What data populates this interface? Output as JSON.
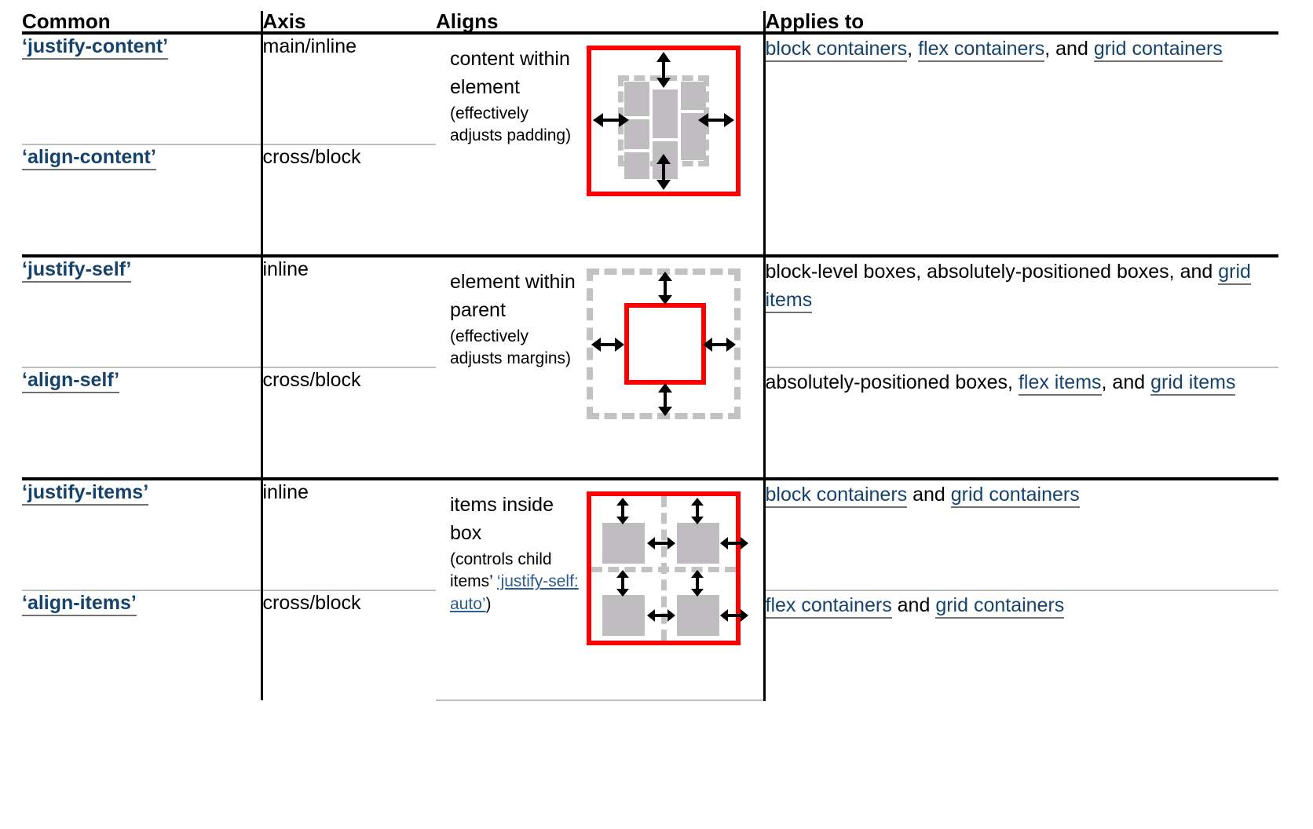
{
  "table": {
    "headers": {
      "common": "Common",
      "axis": "Axis",
      "aligns": "Aligns",
      "applies_to": "Applies to"
    },
    "groups": [
      {
        "id": "content",
        "aligns": {
          "main": "content within element",
          "note": "(effectively adjusts padding)"
        },
        "diagram": "red-outer-box-with-dashed-content-grid",
        "rows": [
          {
            "property": "‘justify-content’",
            "axis": "main/inline"
          },
          {
            "property": "‘align-content’",
            "axis": "cross/block"
          }
        ],
        "applies_to_merged": true,
        "applies_to": [
          {
            "text": "block containers",
            "link": true
          },
          {
            "text": ", ",
            "link": false
          },
          {
            "text": "flex containers",
            "link": true
          },
          {
            "text": ", and ",
            "link": false
          },
          {
            "text": "grid containers",
            "link": true
          }
        ]
      },
      {
        "id": "self",
        "aligns": {
          "main": "element within parent",
          "note": "(effectively adjusts margins)"
        },
        "diagram": "dashed-outer-box-with-red-inner-box",
        "rows": [
          {
            "property": "‘justify-self’",
            "axis": "inline",
            "applies_to": [
              {
                "text": "block-level boxes, absolutely-positioned boxes, and ",
                "link": false
              },
              {
                "text": "grid items",
                "link": true
              }
            ]
          },
          {
            "property": "‘align-self’",
            "axis": "cross/block",
            "applies_to": [
              {
                "text": "absolutely-positioned boxes, ",
                "link": false
              },
              {
                "text": "flex items",
                "link": true
              },
              {
                "text": ", and ",
                "link": false
              },
              {
                "text": "grid items",
                "link": true
              }
            ]
          }
        ],
        "applies_to_merged": false
      },
      {
        "id": "items",
        "aligns": {
          "main": "items inside box",
          "note_prefix": "(controls child items’ ",
          "note_link": "‘justify-self: auto’",
          "note_suffix": ")"
        },
        "diagram": "red-box-quadrants-with-four-items",
        "rows": [
          {
            "property": "‘justify-items’",
            "axis": "inline",
            "applies_to": [
              {
                "text": "block containers",
                "link": true
              },
              {
                "text": " and ",
                "link": false
              },
              {
                "text": "grid containers",
                "link": true
              }
            ]
          },
          {
            "property": "‘align-items’",
            "axis": "cross/block",
            "applies_to": [
              {
                "text": "flex containers",
                "link": true
              },
              {
                "text": " and ",
                "link": false
              },
              {
                "text": "grid containers",
                "link": true
              }
            ]
          }
        ],
        "applies_to_merged": false
      }
    ]
  },
  "colors": {
    "link": "#15436e",
    "link_underline": "#6f6f6f",
    "accent_red": "#ff0000",
    "item_gray": "#bfbdc0",
    "dash_gray": "#c2c2c2",
    "rule_black": "#000000",
    "rule_light": "#bfbfbf"
  },
  "icons": {
    "arrow_vertical": "double-headed-vertical-arrow",
    "arrow_horizontal": "double-headed-horizontal-arrow"
  }
}
